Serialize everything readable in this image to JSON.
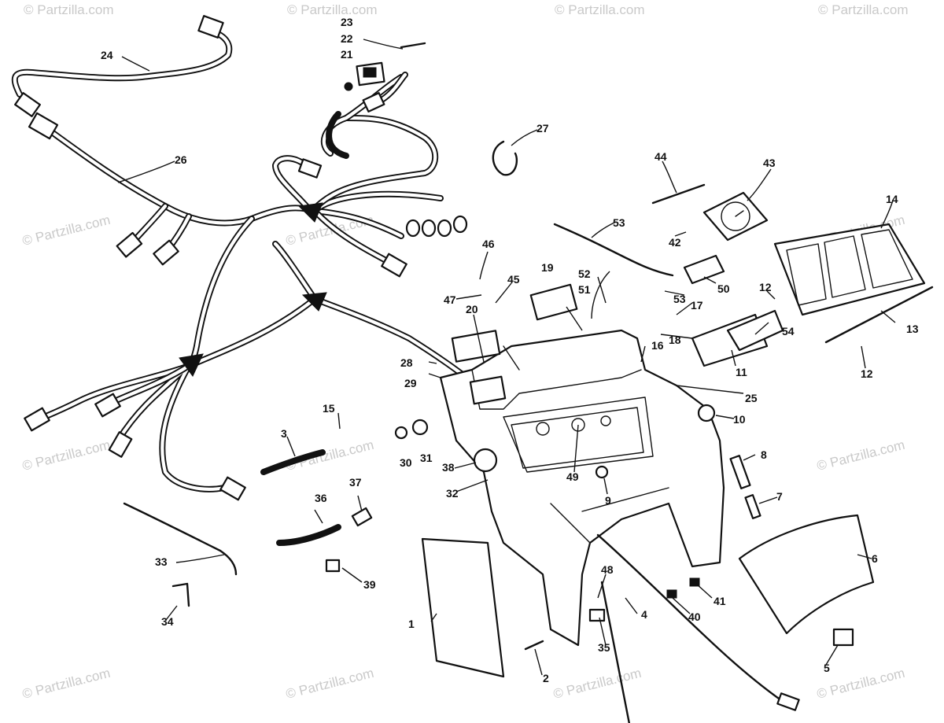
{
  "watermark_text": "© Partzilla.com",
  "callouts": {
    "c1": "1",
    "c2": "2",
    "c3": "3",
    "c4": "4",
    "c5": "5",
    "c6": "6",
    "c7": "7",
    "c8": "8",
    "c9": "9",
    "c10": "10",
    "c11": "11",
    "c12a": "12",
    "c12b": "12",
    "c13": "13",
    "c14": "14",
    "c15": "15",
    "c16": "16",
    "c17": "17",
    "c18": "18",
    "c19": "19",
    "c20": "20",
    "c21": "21",
    "c22": "22",
    "c23": "23",
    "c24": "24",
    "c25": "25",
    "c26": "26",
    "c27": "27",
    "c28": "28",
    "c29": "29",
    "c30": "30",
    "c31": "31",
    "c32": "32",
    "c33": "33",
    "c34": "34",
    "c35": "35",
    "c36": "36",
    "c37": "37",
    "c38": "38",
    "c39": "39",
    "c40": "40",
    "c41": "41",
    "c42": "42",
    "c43": "43",
    "c44": "44",
    "c45": "45",
    "c46": "46",
    "c47": "47",
    "c48": "48",
    "c49": "49",
    "c50": "50",
    "c51": "51",
    "c52": "52",
    "c53a": "53",
    "c53b": "53",
    "c54": "54"
  }
}
